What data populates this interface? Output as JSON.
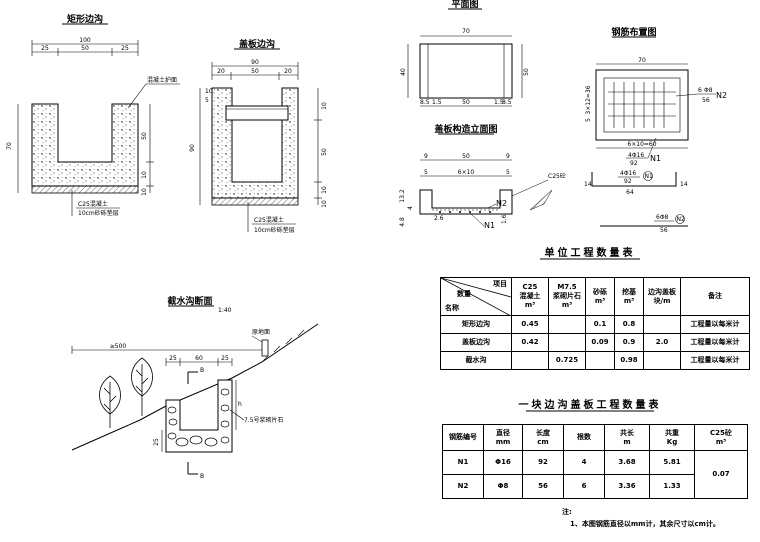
{
  "views": {
    "rect_ditch": {
      "title": "矩形边沟",
      "dim_total": "100",
      "dim_left": "25",
      "dim_mid": "50",
      "dim_right": "25",
      "dim_height": "70",
      "dim_inner": "50",
      "dim_base": "10",
      "dim_bed": "10",
      "callout_top": "混凝土护面",
      "callout_b1": "C25混凝土",
      "callout_b2": "10cm砂砾垫层"
    },
    "cover_ditch": {
      "title": "盖板边沟",
      "dim_total": "90",
      "dim_a": "20",
      "dim_b": "50",
      "dim_c": "20",
      "dim_cover": "10",
      "dim_top5": "5",
      "dim_left": "90",
      "dim_r1": "10",
      "dim_r2": "50",
      "dim_r3": "10",
      "dim_bed": "10",
      "callout_b1": "C25混凝土",
      "callout_b2": "10cm砂砾垫层"
    },
    "catch_ditch": {
      "title": "截水沟断面",
      "scale": "1:40",
      "dim_setback": "≥500",
      "dim_25a": "25",
      "dim_60": "60",
      "dim_25b": "25",
      "dim_h": "h",
      "dim_25c": "25",
      "label_ground": "原地面",
      "label_masonry": "7.5号浆砌片石",
      "section_mark": "B"
    },
    "plan": {
      "title": "平面图",
      "dim_70": "70",
      "dim_40": "40",
      "dim_50": "50",
      "dim_left": "8.5",
      "dim_left2": "1.5",
      "dim_mid": "50",
      "dim_right": "1.5",
      "dim_right2": "8.5"
    },
    "rebar_layout": {
      "title": "钢筋布置图",
      "dim_70": "70",
      "dim_side": "6",
      "label_n2": "N2",
      "label_n2sym": "Φ8",
      "label_56": "56",
      "dim_5": "5",
      "dim_31": "3×12=36",
      "dim_bottom": "6×10=60",
      "label_n1": "N1",
      "label_4phi16": "4Φ16",
      "label_92": "92"
    },
    "elev": {
      "title": "盖板构造立面图",
      "dim_9a": "9",
      "dim_50": "50",
      "dim_9b": "9",
      "dim_5a": "5",
      "dim_60": "6×10",
      "dim_5b": "5",
      "dim_top": "13.2",
      "dim_mid": "4",
      "dim_left": "4.8",
      "label_c25": "C25砼",
      "label_n2": "N2",
      "label_n1": "N1",
      "label_2_5": "2.6",
      "label_1_6": "1.6"
    },
    "bars": {
      "n1_left": "14",
      "n1_sym": "4Φ16",
      "n1_len": "92",
      "n1_num": "N1",
      "n1_mid": "64",
      "n1_right": "14",
      "n2_sym": "6Φ8",
      "n2_len": "56",
      "n2_num": "N2"
    }
  },
  "qty_table": {
    "title": "单位工程数量表",
    "corner_top": "项目",
    "corner_mid": "数量",
    "corner_bottom": "名称",
    "headers": [
      "C25\n混凝土",
      "M7.5\n浆砌片石",
      "砂砾",
      "挖基",
      "边沟盖板",
      "备注"
    ],
    "units": [
      "m³",
      "m³",
      "m³",
      "m³",
      "块/m",
      ""
    ],
    "rows": [
      {
        "name": "矩形边沟",
        "c25": "0.45",
        "m75": "",
        "sand": "0.1",
        "dig": "0.8",
        "cover": "",
        "note": "工程量以每米计"
      },
      {
        "name": "盖板边沟",
        "c25": "0.42",
        "m75": "",
        "sand": "0.09",
        "dig": "0.9",
        "cover": "2.0",
        "note": "工程量以每米计"
      },
      {
        "name": "截水沟",
        "c25": "",
        "m75": "0.725",
        "sand": "",
        "dig": "0.98",
        "cover": "",
        "note": "工程量以每米计"
      }
    ]
  },
  "slab_table": {
    "title": "一块边沟盖板工程数量表",
    "headers": [
      "钢筋编号",
      "直径",
      "长度",
      "根数",
      "共长",
      "共重",
      "C25砼"
    ],
    "units": [
      "",
      "mm",
      "cm",
      "",
      "m",
      "Kg",
      "m³"
    ],
    "rows": [
      {
        "no": "N1",
        "dia": "Φ16",
        "len": "92",
        "count": "4",
        "total_len": "3.68",
        "weight": "5.81"
      },
      {
        "no": "N2",
        "dia": "Φ8",
        "len": "56",
        "count": "6",
        "total_len": "3.36",
        "weight": "1.33"
      }
    ],
    "c25_total": "0.07"
  },
  "notes": {
    "head": "注:",
    "line1": "1、本图钢筋直径以mm计，其余尺寸以cm计。"
  }
}
